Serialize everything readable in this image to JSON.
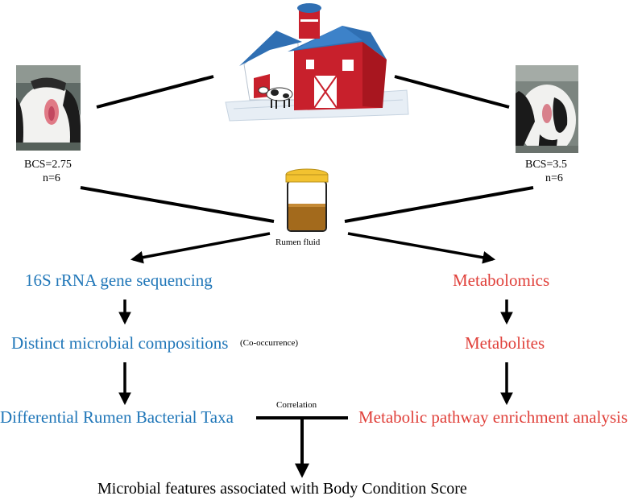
{
  "left_group": {
    "bcs": "BCS=2.75",
    "n": "n=6"
  },
  "right_group": {
    "bcs": "BCS=3.5",
    "n": "n=6"
  },
  "sample": {
    "label": "Rumen fluid"
  },
  "left_branch": {
    "step1": "16S rRNA gene sequencing",
    "step2": "Distinct microbial compositions",
    "step2_note": "(Co-occurrence)",
    "step3": "Differential Rumen Bacterial Taxa"
  },
  "right_branch": {
    "step1": "Metabolomics",
    "step2": "Metabolites",
    "step3": "Metabolic pathway enrichment analysis"
  },
  "link": {
    "label": "Correlation"
  },
  "result": {
    "label": "Microbial features associated with Body Condition Score"
  },
  "colors": {
    "left_branch": "#1f76b8",
    "right_branch": "#e0403a",
    "barn_roof": "#2f6fb3",
    "barn_wall": "#c8202c",
    "fluid": "#a36a1c",
    "lid": "#f2c230"
  },
  "icons": [
    "barn-icon",
    "cow-photo-left",
    "cow-photo-right",
    "sample-vial-icon"
  ]
}
